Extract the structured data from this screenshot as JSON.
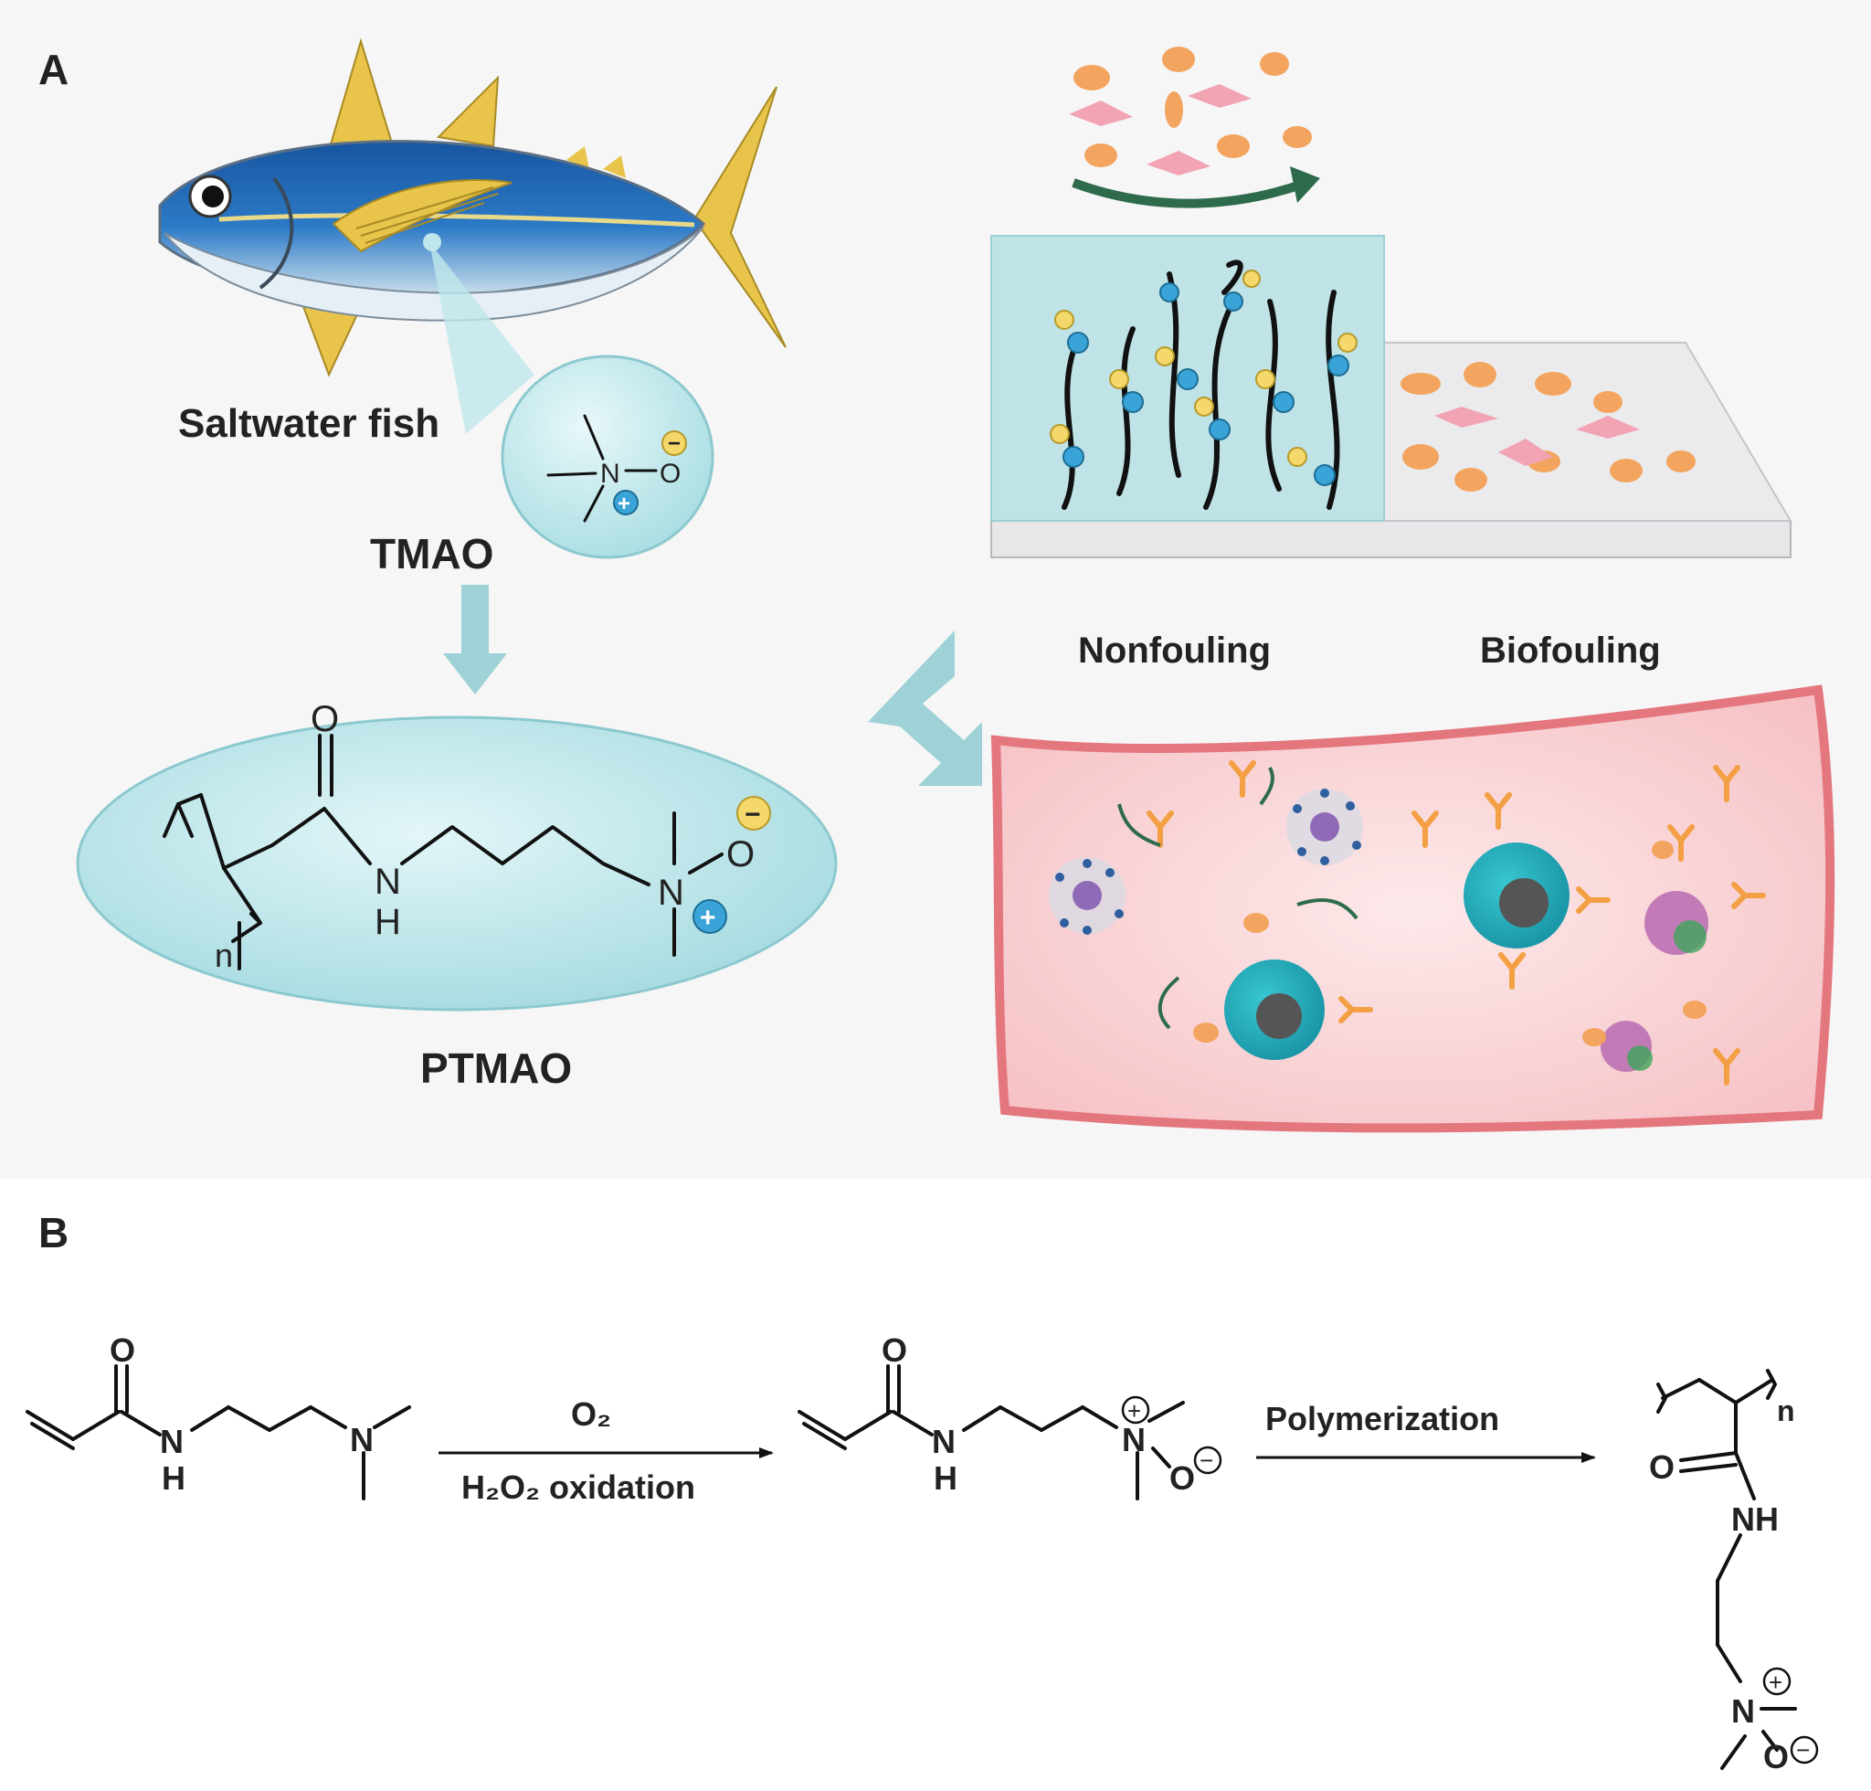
{
  "panel_a": {
    "label": "A",
    "fish_label": "Saltwater fish",
    "tmao_label": "TMAO",
    "ptmao_label": "PTMAO",
    "nonfouling_label": "Nonfouling",
    "biofouling_label": "Biofouling"
  },
  "panel_b": {
    "label": "B",
    "reagent_top": "O₂",
    "reagent_bottom": "H₂O₂ oxidation",
    "polymerization_label": "Polymerization"
  },
  "chem": {
    "O": "O",
    "N": "N",
    "H": "H",
    "NH": "NH",
    "n": "n",
    "plus": "+",
    "minus": "−"
  },
  "colors": {
    "accent_teal": "#a9dfe4",
    "fish_blue": "#1e63b4",
    "fin_yellow": "#e8c44a",
    "vessel_pink": "#f6c9cc",
    "vessel_border": "#e4767e",
    "cell_orange": "#f3a45e",
    "cell_pink": "#f2a3b4",
    "arrow_green": "#2e6b4d"
  }
}
